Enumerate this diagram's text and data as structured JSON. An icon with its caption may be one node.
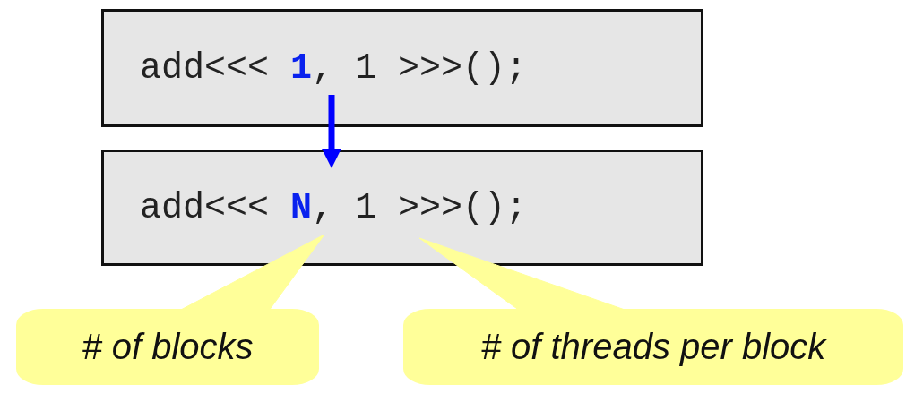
{
  "diagram": {
    "nodes": [
      {
        "text": [
          "add<<< **1**, 1 >>>();"
        ]
      },
      {
        "text": [
          "add<<< **N**, 1 >>>();"
        ]
      },
      {
        "text": [
          "# of blocks"
        ]
      },
      {
        "text": [
          "# of threads per block"
        ]
      }
    ],
    "edges": [
      {
        "from": 0,
        "to": 1,
        "arrow": "to",
        "color": "#0000ff"
      },
      {
        "from": 2,
        "to": 1,
        "arrow": "none"
      },
      {
        "from": 3,
        "to": 1,
        "arrow": "none"
      }
    ]
  }
}
